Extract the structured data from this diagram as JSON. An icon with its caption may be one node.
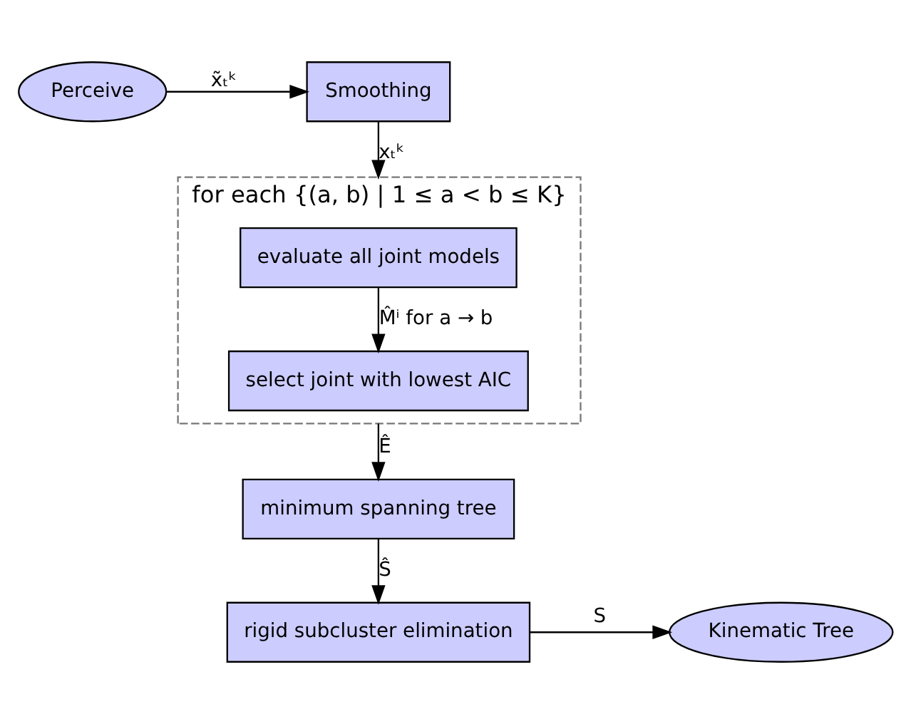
{
  "diagram": {
    "nodes": [
      {
        "text": [
          "Perceive"
        ]
      },
      {
        "text": [
          "Smoothing"
        ]
      },
      {
        "text": [
          "for each {(a, b) | 1 ≤ a < b ≤ K}"
        ]
      },
      {
        "text": [
          "evaluate all joint models"
        ],
        "in": 2
      },
      {
        "text": [
          "select joint with lowest AIC"
        ],
        "in": 2
      },
      {
        "text": [
          "minimum spanning tree"
        ]
      },
      {
        "text": [
          "rigid subcluster elimination"
        ]
      },
      {
        "text": [
          "Kinematic Tree"
        ]
      }
    ],
    "edges": [
      {
        "from": 0,
        "to": 1,
        "arrow": "to",
        "label": "x̃ₜᵏ"
      },
      {
        "from": 1,
        "to": 2,
        "arrow": "to",
        "label": "xₜᵏ"
      },
      {
        "from": 3,
        "to": 4,
        "arrow": "to",
        "label": "M̂ⁱ for a → b"
      },
      {
        "from": 2,
        "to": 5,
        "arrow": "to",
        "label": "Ê"
      },
      {
        "from": 5,
        "to": 6,
        "arrow": "to",
        "label": "Ŝ"
      },
      {
        "from": 6,
        "to": 7,
        "arrow": "to",
        "label": "S"
      }
    ]
  }
}
